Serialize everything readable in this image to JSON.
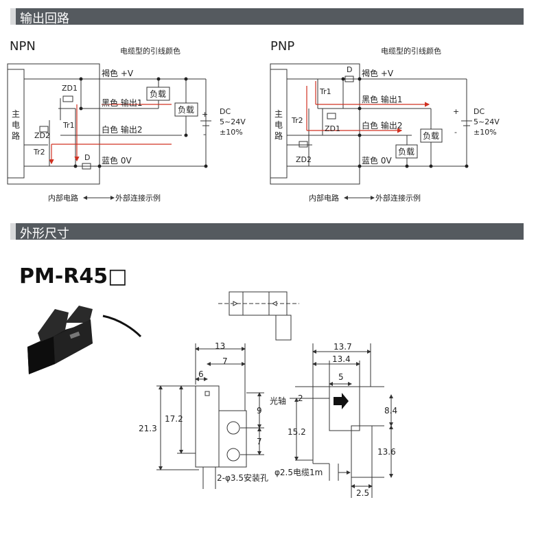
{
  "sections": {
    "output_circuit": "输出回路",
    "dimensions": "外形尺寸"
  },
  "npn": {
    "title": "NPN",
    "wire_color_note": "电缆型的引线颜色",
    "main_circuit": [
      "主",
      "电",
      "路"
    ],
    "brown": "褐色  +V",
    "black": "黑色  输出1",
    "white": "白色  输出2",
    "blue": "蓝色  0V",
    "load1": "负载",
    "load2": "负载",
    "zd1": "ZD1",
    "zd2": "ZD2",
    "tr1": "Tr1",
    "tr2": "Tr2",
    "d": "D",
    "dc": "DC",
    "dc_range": "5~24V",
    "dc_tol": "±10%",
    "plus": "+",
    "minus": "-",
    "internal": "内部电路",
    "external": "外部连接示例"
  },
  "pnp": {
    "title": "PNP",
    "wire_color_note": "电缆型的引线颜色",
    "main_circuit": [
      "主",
      "电",
      "路"
    ],
    "brown": "褐色  +V",
    "black": "黑色  输出1",
    "white": "白色  输出2",
    "blue": "蓝色  0V",
    "load1": "负载",
    "load2": "负载",
    "zd1": "ZD1",
    "zd2": "ZD2",
    "tr1": "Tr1",
    "tr2": "Tr2",
    "d": "D",
    "dc": "DC",
    "dc_range": "5~24V",
    "dc_tol": "±10%",
    "plus": "+",
    "minus": "-",
    "internal": "内部电路",
    "external": "外部连接示例"
  },
  "model": "PM-R45□",
  "dims": {
    "w13": "13",
    "w7": "7",
    "w6": "6",
    "h21_3": "21.3",
    "h17_2": "17.2",
    "d9": "9",
    "d7": "7",
    "holes": "2-φ3.5安装孔",
    "w13_7": "13.7",
    "w13_4": "13.4",
    "w5": "5",
    "optical_axis": "光轴",
    "d2": "2",
    "h15_2": "15.2",
    "h8_4": "8.4",
    "h13_6": "13.6",
    "cable": "φ2.5电缆1m",
    "w2_5": "2.5"
  },
  "colors": {
    "section_bar": "#555a5f",
    "signal_path": "#d03020"
  }
}
